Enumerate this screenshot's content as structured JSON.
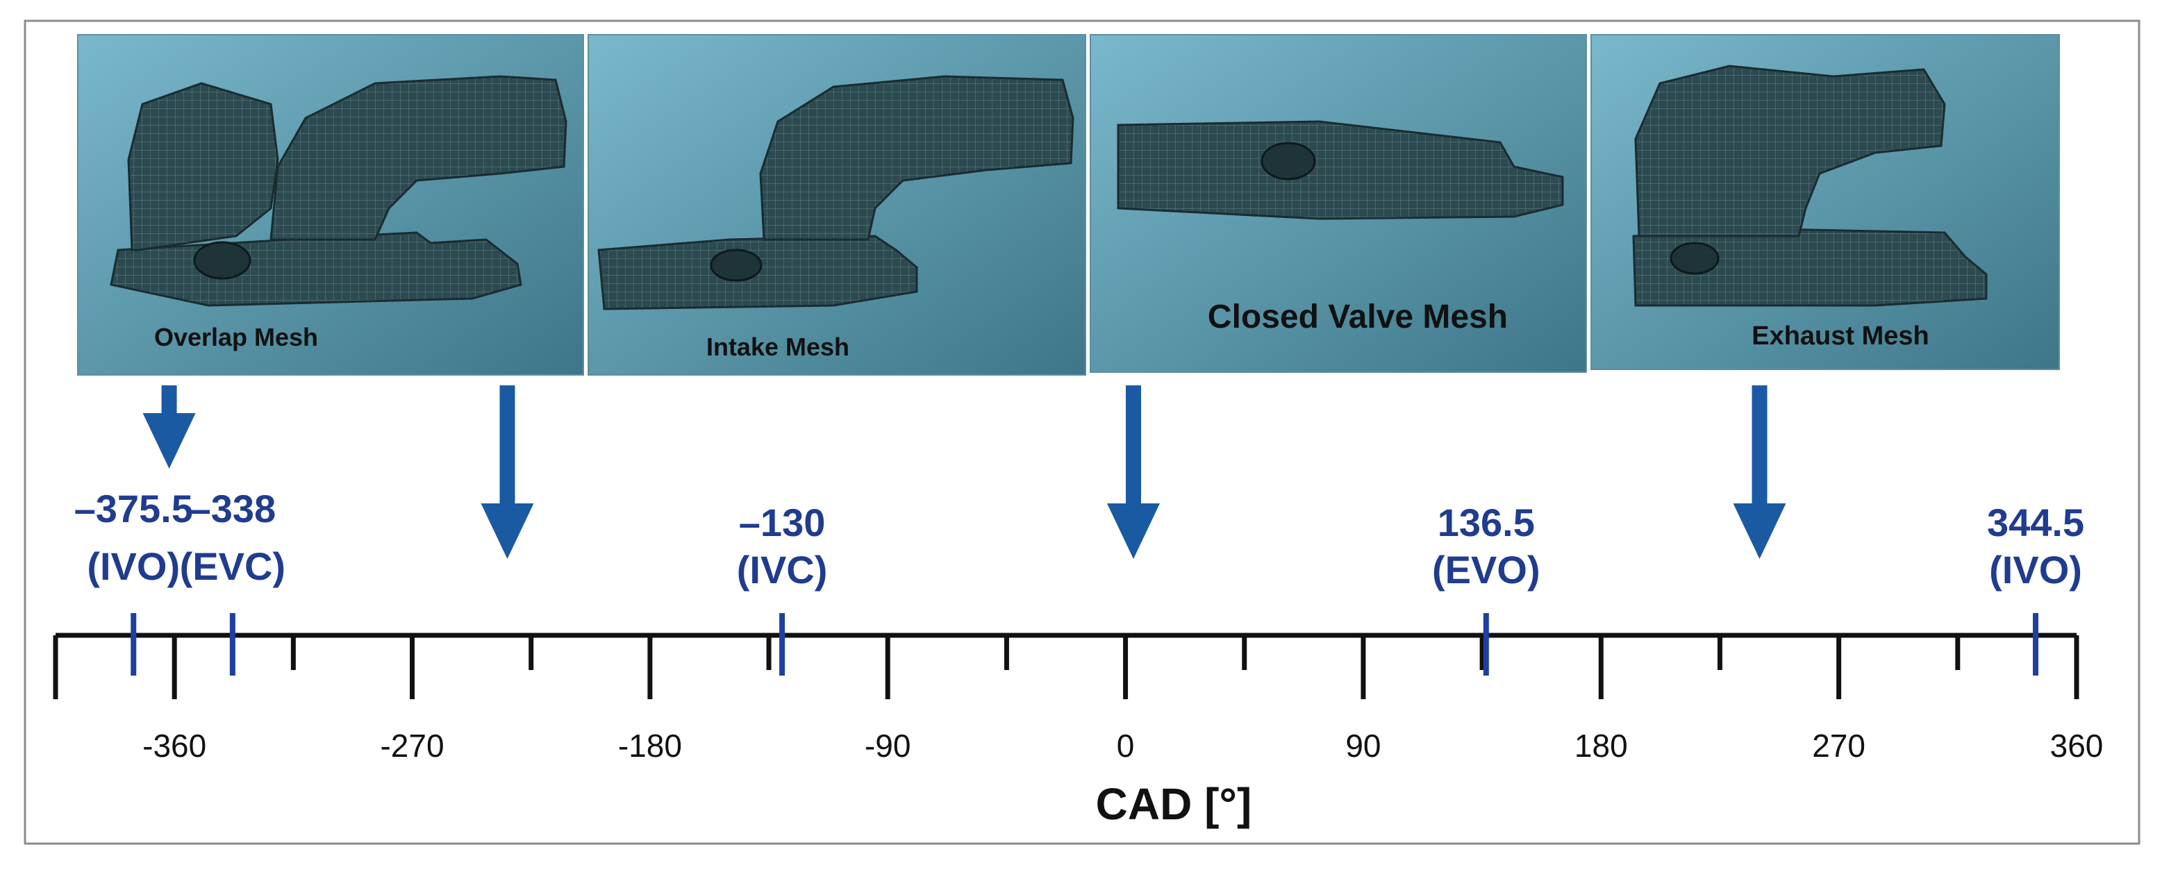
{
  "colors": {
    "frame": "#8c8c8c",
    "panel_top": "#6fb0c6",
    "panel_bottom": "#3f7d91",
    "mesh": "#1e3438",
    "arrow": "#1a5aa3",
    "event_text": "#1f3c8f",
    "event_marker": "#1f3fa0",
    "axis": "#111111"
  },
  "panels": [
    {
      "id": "overlap",
      "label": "Overlap Mesh",
      "icon": "overlap-mesh-icon"
    },
    {
      "id": "intake",
      "label": "Intake Mesh",
      "icon": "intake-mesh-icon"
    },
    {
      "id": "closed",
      "label": "Closed Valve Mesh",
      "icon": "closed-valve-mesh-icon"
    },
    {
      "id": "exhaust",
      "label": "Exhaust Mesh",
      "icon": "exhaust-mesh-icon"
    }
  ],
  "arrows": [
    {
      "panel": "overlap",
      "points_to_cad": -362
    },
    {
      "panel": "intake",
      "points_to_cad": -234
    },
    {
      "panel": "closed",
      "points_to_cad": 3
    },
    {
      "panel": "exhaust",
      "points_to_cad": 240
    }
  ],
  "chart_data": {
    "type": "timeline",
    "xlabel": "CAD [°]",
    "xlim": [
      -405,
      360
    ],
    "major_ticks": [
      -360,
      -270,
      -180,
      -90,
      0,
      90,
      180,
      270,
      360
    ],
    "major_tick_labels": [
      "-360",
      "-270",
      "-180",
      "-90",
      "0",
      "90",
      "180",
      "270",
      "360"
    ],
    "minor_ticks": [
      -405,
      -315,
      -225,
      -135,
      -45,
      45,
      135,
      225,
      315
    ],
    "events": [
      {
        "cad": -375.5,
        "value_label": "–375.5",
        "name_label": "(IVO)"
      },
      {
        "cad": -338,
        "value_label": "–338",
        "name_label": "(EVC)"
      },
      {
        "cad": -130,
        "value_label": "–130",
        "name_label": "(IVC)"
      },
      {
        "cad": 136.5,
        "value_label": "136.5",
        "name_label": "(EVO)"
      },
      {
        "cad": 344.5,
        "value_label": "344.5",
        "name_label": "(IVO)"
      }
    ]
  }
}
